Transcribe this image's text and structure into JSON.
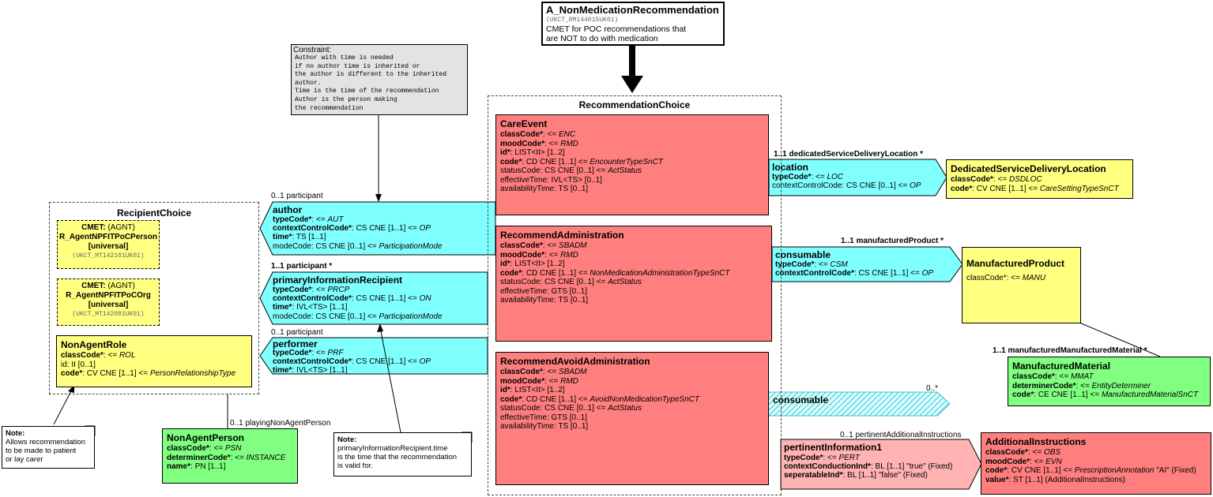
{
  "entry": {
    "title": "A_NonMedicationRecommendation",
    "code": "(UKCT_RM144015UK01)",
    "desc1": "CMET for POC recommendations that",
    "desc2": "are NOT to do with medication"
  },
  "constraint": {
    "label": "Constraint:",
    "text": "Author with time is needed\nif no author time is inherited or\nthe author is different to the inherited\nauthor.\nTime is the time of the recommendation\nAuthor is the person making\nthe recommendation"
  },
  "recommendation_choice": {
    "title": "RecommendationChoice",
    "care_event": {
      "title": "CareEvent",
      "l1a": "classCode*",
      "l1b": ": <= ",
      "l1c": "ENC",
      "l2a": "moodCode*",
      "l2b": ": <= ",
      "l2c": "RMD",
      "l3a": "id*",
      "l3b": ": LIST<II> [1..2]",
      "l4a": "code*",
      "l4b": ": CD CNE [1..1] <= ",
      "l4c": "EncounterTypeSnCT",
      "l5a": "statusCode: CS CNE [0..1] <= ",
      "l5b": "ActStatus",
      "l6": "effectiveTime: IVL<TS> [0..1]",
      "l7": "availabilityTime: TS [0..1]"
    },
    "recommend_administration": {
      "title": "RecommendAdministration",
      "l1a": "classCode*",
      "l1b": ": <= ",
      "l1c": "SBADM",
      "l2a": "moodCode*",
      "l2b": ": <= ",
      "l2c": "RMD",
      "l3a": "id*",
      "l3b": ": LIST<II> [1..2]",
      "l4a": "code*",
      "l4b": ": CD CNE [1..1] <= ",
      "l4c": "NonMedicationAdministrationTypeSnCT",
      "l5a": "statusCode: CS CNE [0..1] <= ",
      "l5b": "ActStatus",
      "l6": "effectiveTime: GTS [0..1]",
      "l7": "availabilityTime: TS [0..1]"
    },
    "recommend_avoid_administration": {
      "title": "RecommendAvoidAdministration",
      "l1a": "classCode*",
      "l1b": ": <= ",
      "l1c": "SBADM",
      "l2a": "moodCode*",
      "l2b": ": <= ",
      "l2c": "RMD",
      "l3a": "id*",
      "l3b": ": LIST<II> [1..2]",
      "l4a": "code*",
      "l4b": ": CD CNE [1..1] <= ",
      "l4c": "AvoidNonMedicationTypeSnCT",
      "l5a": "statusCode: CS CNE [0..1] <= ",
      "l5b": "ActStatus",
      "l6": "effectiveTime: GTS [0..1]",
      "l7": "availabilityTime: TS [0..1]"
    }
  },
  "recipient_choice": {
    "title": "RecipientChoice",
    "cmet_person": {
      "l1a": "CMET:",
      "l1b": " (AGNT)",
      "l2": "R_AgentNPFITPoCPerson",
      "l3": "[universal]",
      "l4": "(UKCT_MT142101UK01)"
    },
    "cmet_org": {
      "l1a": "CMET:",
      "l1b": " (AGNT)",
      "l2": "R_AgentNPFITPoCOrg",
      "l3": "[universal]",
      "l4": "(UKCT_MT142001UK01)"
    },
    "non_agent_role": {
      "title": "NonAgentRole",
      "l1a": "classCode*",
      "l1b": ": <= ",
      "l1c": "ROL",
      "l2": "id: II [0..1]",
      "l3a": "code*",
      "l3b": ": CV CNE [1..1] <= ",
      "l3c": "PersonRelationshipType"
    }
  },
  "participations": {
    "author": {
      "mult": "0..1 participant",
      "title": "author",
      "l1a": "typeCode*",
      "l1b": ": <= ",
      "l1c": "AUT",
      "l2a": "contextControlCode*",
      "l2b": ": CS CNE [1..1] <= ",
      "l2c": "OP",
      "l3a": "time*",
      "l3b": ": TS [1..1]",
      "l4a": "modeCode: CS CNE [0..1] <= ",
      "l4b": "ParticipationMode"
    },
    "primary": {
      "mult": "1..1 participant  *",
      "title": "primaryInformationRecipient",
      "l1a": "typeCode*",
      "l1b": ": <= ",
      "l1c": "PRCP",
      "l2a": "contextControlCode*",
      "l2b": ": CS CNE [1..1] <= ",
      "l2c": "ON",
      "l3a": "time*",
      "l3b": ": IVL<TS> [1..1]",
      "l4a": "modeCode: CS CNE [0..1] <= ",
      "l4b": "ParticipationMode"
    },
    "performer": {
      "mult": "0..1 participant",
      "title": "performer",
      "l1a": "typeCode*",
      "l1b": ": <= ",
      "l1c": "PRF",
      "l2a": "contextControlCode*",
      "l2b": ": CS CNE [1..1] <= ",
      "l2c": "OP",
      "l3a": "time*",
      "l3b": ": IVL<TS> [1..1]"
    }
  },
  "location": {
    "mult": "1..1 dedicatedServiceDeliveryLocation  *",
    "title": "location",
    "l1a": "typeCode*",
    "l1b": ": <= ",
    "l1c": "LOC",
    "l2a": "contextControlCode: CS CNE [0..1] <= ",
    "l2b": "OP"
  },
  "dedicated_location": {
    "title": "DedicatedServiceDeliveryLocation",
    "l1a": "classCode*",
    "l1b": ": <= ",
    "l1c": "DSDLOC",
    "l2a": "code*",
    "l2b": ": CV CNE [1..1] <= ",
    "l2c": "CareSettingTypeSnCT"
  },
  "consumable1": {
    "mult": "1..1 manufacturedProduct  *",
    "title": "consumable",
    "l1a": "typeCode*",
    "l1b": ": <= ",
    "l1c": "CSM",
    "l2a": "contextControlCode*",
    "l2b": ": CS CNE [1..1] <= ",
    "l2c": "OP"
  },
  "manufactured_product": {
    "title": "ManufacturedProduct",
    "l1a": "classCode*",
    "l1b": ": <= ",
    "l1c": "MANU"
  },
  "manufactured_material": {
    "mult": "1..1 manufacturedManufacturedMaterial  *",
    "title": "ManufacturedMaterial",
    "l1a": "classCode*",
    "l1b": ": <= ",
    "l1c": "MMAT",
    "l2a": "determinerCode*",
    "l2b": ": <= ",
    "l2c": "EntityDeterminer",
    "l3a": "code*",
    "l3b": ": CE CNE [1..1] <= ",
    "l3c": "ManufacturedMaterialSnCT"
  },
  "consumable2": {
    "mult": "0..*",
    "title": "consumable"
  },
  "pertinent": {
    "mult": "0..1 pertinentAdditionalInstructions",
    "title": "pertinentInformation1",
    "l1a": "typeCode*",
    "l1b": ": <= ",
    "l1c": "PERT",
    "l2a": "contextConductionInd*",
    "l2b": ": BL [1..1] \"true\" (Fixed)",
    "l3a": "seperatableInd*",
    "l3b": ": BL [1..1] \"false\" (Fixed)"
  },
  "additional_instructions": {
    "title": "AdditionalInstructions",
    "l1a": "classCode*",
    "l1b": ": <= ",
    "l1c": "OBS",
    "l2a": "moodCode*",
    "l2b": ": <= ",
    "l2c": "EVN",
    "l3a": "code*",
    "l3b": ": CV CNE [1..1] <= ",
    "l3c": "PrescriptionAnnotation",
    "l3d": " \"AI\" (Fixed)",
    "l4a": "value*",
    "l4b": ": ST [1..1] (AdditionalInstructions)"
  },
  "non_agent_person": {
    "mult": "0..1 playingNonAgentPerson",
    "title": "NonAgentPerson",
    "l1a": "classCode*",
    "l1b": ": <= ",
    "l1c": "PSN",
    "l2a": "determinerCode*",
    "l2b": ": <= ",
    "l2c": "INSTANCE",
    "l3a": "name*",
    "l3b": ": PN [1..1]"
  },
  "note_recipient": {
    "label": "Note:",
    "l1": "Allows recommendation",
    "l2": "to be made to patient",
    "l3": "or lay carer"
  },
  "note_primary": {
    "label": "Note:",
    "l1": "primaryInformationRecipient.time",
    "l2": "is the time that the recommendation",
    "l3": "is valid for."
  },
  "colors": {
    "act": "#ff7f7f",
    "role": "#ffff80",
    "entity": "#80ff80",
    "participation": "#80ffff",
    "act_relationship": "#ffb3b3"
  }
}
